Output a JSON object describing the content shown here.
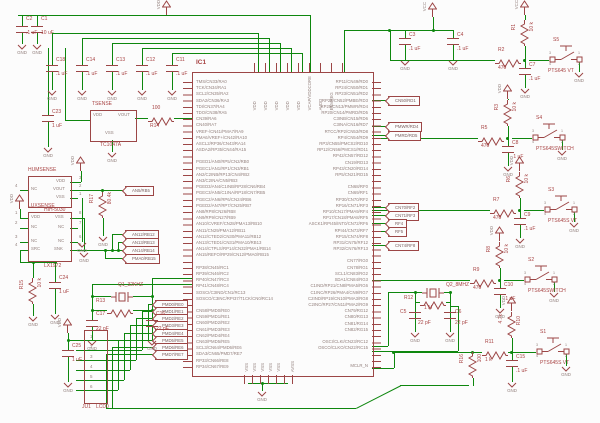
{
  "colors": {
    "wire": "#0e870e",
    "symbol": "#9c4646",
    "label": "#a84444",
    "pin_text": "#93807d",
    "background": "#fcfcfc"
  },
  "power": {
    "vdd": "VDD",
    "vcc": "VCC",
    "gnd": "GND"
  },
  "ic": {
    "name": "IC1",
    "mclr": "MCLR_N",
    "left_pin_groups": [
      [
        "TMS/CN33/RA0",
        "TCK/CN34/RA1",
        "SCL2/CN35/RA2",
        "SDA2/CN36/RA3",
        "TDI/CN37/RA4",
        "TDO/CN38/RA5",
        "CN39/RA6",
        "CN40/RA7",
        "VREF-/CN41/PMA7/RA9",
        "PMA6/VREF+/CN42/RA10",
        "ASCL2/RP36/CN43/RA14",
        "ASDA2/RP35/CN44/RA15"
      ],
      [
        "PGED1/AN0/RP5/CN2/RB0",
        "PGEC1/AN1/RP1/CN3/RB1",
        "AN2/C2INB/RP13/CN4/RB2",
        "AN3/C2INA/CN5/RB3",
        "PGED3/AN4/C1INB/RP28/CN6/RB4",
        "PGEC3/AN5/C1INA/RP18/CN7/RB5",
        "PGEC2/AN6/RP6/CN24/RB6",
        "PGED2/AN7/RP7/CN25/RB7",
        "AN8/RP8/CN26/RB8",
        "AN9/RP9/CN27/RB9",
        "AN10/CVREF/CN28/PMA13/RB10",
        "AN11/CN29/PMA12/RB11",
        "AN12/CTED2/CN30/PMA11/RB12",
        "AN13/CTED1/CN31/PMA10/RB13",
        "AN14/CTPLS/RP14/CN32/PMA1/RB14",
        "AN15/REFO/RP29/CN12/PMA0/RB15"
      ],
      [
        "RP38/CN45/RC1",
        "RP39/CN46/RC2",
        "RP40/CN47/RC3",
        "RP41/CN48/RC4",
        "SOSCI/C3IND/CN1/RC13",
        "SOSCO/C3INC/RPI37/T1CK/CN0/RC14"
      ],
      [
        "CN58/PMD0/RE0",
        "CN59/PMD1/RE1",
        "CN60/PMD2/RE2",
        "CN61/PMD3/RE3",
        "CN62/PMD4/RE4",
        "CN63/PMD5/RE5",
        "SCL3/CN64/PMD6/RE6",
        "SDA3/CN65/PMD7/RE7",
        "RP33/CN66/RE8",
        "RP34/CN67/RE9"
      ]
    ],
    "right_pin_groups": [
      [
        "RP11/CN49/RD0",
        "RP24/CN50/RD1",
        "RP23/CN51/RD2",
        "RP22/CN52/PMBE/RD3",
        "RP25/CN13/PMWR/RD4",
        "RP20/CN14/PMRD/RD5",
        "C3INB/CN15/RD6",
        "C3INA/CN16/RD7",
        "RTCC/RP2/CN53/RD8",
        "RP4/CN54/RD9",
        "RP3/CN55/PMCS2/RD10",
        "RP12/CN56/PMCS1/RD11",
        "RP42/CN57/RD12",
        "CN19/RD13",
        "RP43/CN20/RD14",
        "RP5/CN21/RD15"
      ],
      [
        "CN68/RF0",
        "CN69/RF1",
        "RP30/CN70/RF2",
        "RP16/CN71/RF3",
        "RP10/CN17/PMA9/RF4",
        "RP17/CN18/PMA8/RF5",
        "ASCK1/RPI45/INT0/CN72/RF6",
        "RPI44/CN73/RF7",
        "RP15/CN74/RF8",
        "RP31/CN75/RF12",
        "RP32/CN76/RF13"
      ],
      [
        "CN77/RG0",
        "CN78/RG1",
        "SCL1/CN83/RG2",
        "SDA1/CN84/RG3",
        "C1IND/RP21/CN8/PMA5/RG6",
        "C1INC/RP26/PMA4/CN9/RG7",
        "C2IND/RP19/CN10/PMA3/RG8",
        "C2INC/RP27/CN11/PMA2/RG9",
        "CN79/RG12",
        "CN80/RG13",
        "CN81/RG14",
        "CN82/RG15"
      ],
      [
        "OSCI/CLKI/CN23/RC12",
        "OSCO/CLKO/CN22/RC15"
      ]
    ],
    "top_pins": [
      "VDD",
      "VDD",
      "VDD",
      "VDD",
      "VDD",
      "VCAP/VDDCORE",
      "AVDD",
      "ENVREG"
    ],
    "bottom_pins": [
      "VSS",
      "VSS",
      "VSS",
      "VSS",
      "VSS",
      "AVSS"
    ]
  },
  "flags": {
    "right": [
      "CN50/RD1",
      "PMWR/RD4",
      "PMRD/RD5",
      "CN70/RF2",
      "CN71/RF3",
      "RF4",
      "RF5",
      "CN74/RF8"
    ],
    "analog": [
      "AN5/RB5",
      "AN12/RB12",
      "AN13/RB13",
      "AN14/RB14",
      "PMA0/RB15"
    ],
    "pmd": [
      "PMD0/RE0",
      "PMD1/RE1",
      "PMD2/RE2",
      "PMD3/RE3",
      "PMD4/RE4",
      "PMD5/RE5",
      "PMD6/RE6",
      "PMD7/RE7"
    ]
  },
  "sensors": {
    "tsense": {
      "name": "TSENSE",
      "part": "TC1047A",
      "pin_vdd": "VDD",
      "pin_vout": "VOUT",
      "pin_vss": "VSS"
    },
    "humsense": {
      "name": "HUMSENSE",
      "part": "HIH-5030",
      "left_pin": "NC",
      "right_pins": [
        "VDD",
        "VOUT",
        "VSS"
      ],
      "numbers": [
        "4",
        "3",
        "2",
        "1"
      ]
    },
    "luxsense": {
      "name": "LUXSENSE",
      "part": "LX1972",
      "left_pins": [
        "VDD",
        "NC",
        "NC",
        "SRC"
      ],
      "right_pins": [
        "VSS",
        "NC",
        "NC",
        "SNK"
      ],
      "left_numbers": [
        "1",
        "2",
        "3",
        "4"
      ],
      "right_numbers": [
        "8",
        "7",
        "6",
        "5"
      ]
    }
  },
  "resistors": {
    "r14": {
      "name": "R14",
      "value": "100"
    },
    "r17": {
      "name": "R17",
      "value": "80.4k"
    },
    "r15": {
      "name": "R15",
      "value": "10 k"
    },
    "r13": {
      "name": "R13",
      "value": ""
    },
    "r12": {
      "name": "R12",
      "value": "1 M"
    },
    "r16": {
      "name": "R16",
      "value": "100"
    }
  },
  "capacitors": {
    "c1": {
      "name": "C1",
      "value": "10 uF"
    },
    "c2": {
      "name": "C2",
      "value": ".1 uF"
    },
    "c18": {
      "name": "C18",
      "value": ".1 uF"
    },
    "c14": {
      "name": "C14",
      "value": ".1 uF"
    },
    "c13": {
      "name": "C13",
      "value": ".1 uF"
    },
    "c12": {
      "name": "C12",
      "value": ".1 uF"
    },
    "c11": {
      "name": "C11",
      "value": ".1 uF"
    },
    "c23": {
      "name": "C23",
      "value": "1 uF"
    },
    "c3": {
      "name": "C3",
      "value": ".1 uF"
    },
    "c4": {
      "name": "C4",
      "value": ".1 uF"
    },
    "c24": {
      "name": "C24",
      "value": "1 uF"
    },
    "c25": {
      "name": "C25",
      "value": "1 uF"
    },
    "c17": {
      "name": "C17",
      "value": "22 pF"
    },
    "c16": {
      "name": "C16",
      "value": "22 pF"
    },
    "c5": {
      "name": "C5",
      "value": "22 pF"
    },
    "c6": {
      "name": "C6",
      "value": "22 pF"
    }
  },
  "crystals": {
    "q1": {
      "name": "Q1_32KHZ"
    },
    "q2": {
      "name": "Q2_8MHZ"
    }
  },
  "switches": {
    "pin_numbers": [
      "3",
      "1",
      "4",
      "2"
    ],
    "groups": [
      {
        "designator": "S5",
        "part": "PTS645 VT",
        "power": "VCC",
        "pull_name": "R1",
        "pull_value": "10 k",
        "series_name": "R2",
        "series_value": "470",
        "cap_name": "C7",
        "cap_value": ".1 uF"
      },
      {
        "designator": "S4",
        "part": "PTS645SWITCH",
        "power": "VDD",
        "pull_name": "R3",
        "pull_value": "10 k",
        "series_name": "R5",
        "series_value": "470",
        "cap_name": "C8",
        "cap_value": ".1 uF"
      },
      {
        "designator": "S3",
        "part": "PTS645S VT",
        "power": "VDD",
        "pull_name": "R6",
        "pull_value": "10 k",
        "series_name": "R7",
        "series_value": "470",
        "cap_name": "C9",
        "cap_value": ".1 uF"
      },
      {
        "designator": "S2",
        "part": "PTS645SWITCH",
        "power": "VDD",
        "pull_name": "R8",
        "pull_value": "10 k",
        "series_name": "R9",
        "series_value": "470",
        "cap_name": "C10",
        "cap_value": ".1 uF"
      },
      {
        "designator": "S1",
        "part": "PTS645S VT",
        "power": "VDD",
        "pull_name": "R10",
        "pull_value": "4.7k",
        "series_name": "R11",
        "series_value": "1 k",
        "cap_name": "C15",
        "cap_value": ".1 uF"
      }
    ]
  },
  "connector": {
    "name": "JU1",
    "part": "LCD0",
    "pins": [
      "1",
      "2",
      "3",
      "4",
      "5",
      "6"
    ]
  }
}
